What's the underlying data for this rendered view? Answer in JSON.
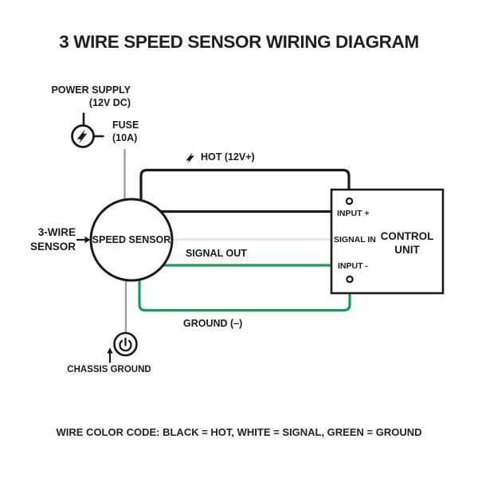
{
  "title": "3 WIRE SPEED SENSOR WIRING DIAGRAM",
  "power_supply": {
    "line1": "POWER SUPPLY",
    "line2": "(12V DC)"
  },
  "fuse": {
    "line1": "FUSE",
    "line2": "(10A)"
  },
  "wires": {
    "hot_label": "HOT (12V+)",
    "signal_label": "SIGNAL OUT",
    "ground_label": "GROUND (–)"
  },
  "sensor": {
    "name": "SPEED SENSOR",
    "callout_line1": "3-WIRE",
    "callout_line2": "SENSOR"
  },
  "control_unit": {
    "title_line1": "CONTROL",
    "title_line2": "UNIT",
    "ports": [
      "INPUT +",
      "SIGNAL IN",
      "INPUT -"
    ]
  },
  "chassis_ground_label": "CHASSIS GROUND",
  "footer": "WIRE COLOR CODE: BLACK = HOT, WHITE = SIGNAL, GREEN = GROUND",
  "colors": {
    "hot": "#1a1a1a",
    "signal": "#e8e8e8",
    "ground": "#189b58",
    "feed_gray": "#999999"
  }
}
